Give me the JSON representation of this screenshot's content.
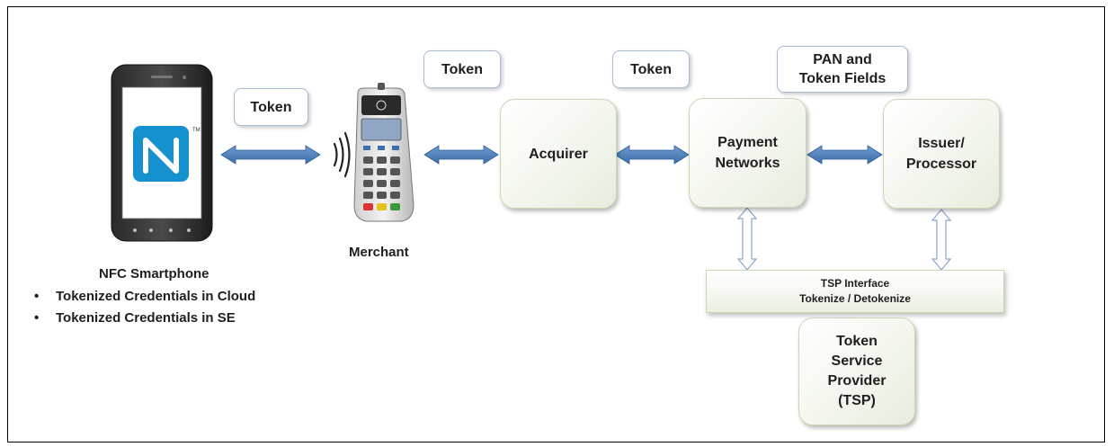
{
  "labels": {
    "token_phone": "Token",
    "token_merchant": "Token",
    "token_acquirer": "Token",
    "pan_line1": "PAN and",
    "pan_line2": "Token Fields"
  },
  "nodes": {
    "acquirer": "Acquirer",
    "payment_networks_line1": "Payment",
    "payment_networks_line2": "Networks",
    "issuer_line1": "Issuer/",
    "issuer_line2": "Processor",
    "tsp_line1": "Token",
    "tsp_line2": "Service",
    "tsp_line3": "Provider",
    "tsp_line4": "(TSP)"
  },
  "tsp_interface": {
    "line1": "TSP Interface",
    "line2": "Tokenize / Detokenize"
  },
  "merchant": {
    "title": "Merchant"
  },
  "smartphone": {
    "title": "NFC Smartphone",
    "bullets": [
      "Tokenized Credentials in Cloud",
      "Tokenized Credentials in SE"
    ]
  },
  "colors": {
    "arrow": "#4f81bd",
    "entity_border": "#c9d8b3",
    "label_border": "#a9bcd6",
    "nfc_badge": "#1591d0"
  }
}
